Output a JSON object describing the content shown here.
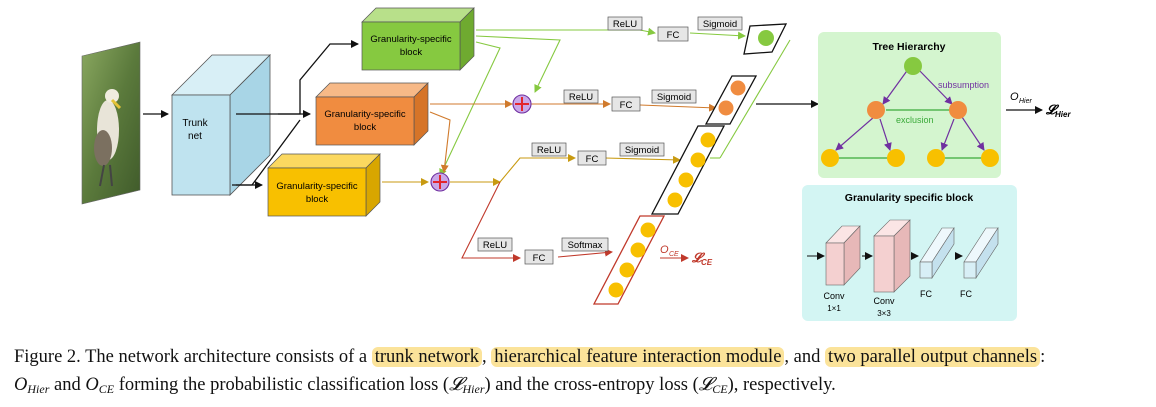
{
  "trunk": {
    "line1": "Trunk",
    "line2": "net"
  },
  "gsb": {
    "line1": "Granularity-specific",
    "line2": "block"
  },
  "ops": {
    "relu": "ReLU",
    "fc": "FC",
    "sigmoid": "Sigmoid",
    "softmax": "Softmax"
  },
  "outputs": {
    "o_hier": "O",
    "o_hier_sub": "Hier",
    "l_hier": "𝓛",
    "l_hier_sub": "Hier",
    "o_ce": "O",
    "o_ce_sub": "CE",
    "l_ce": "𝓛",
    "l_ce_sub": "CE"
  },
  "tree": {
    "title": "Tree Hierarchy",
    "subsumption": "subsumption",
    "exclusion": "exclusion"
  },
  "gsb_panel": {
    "title": "Granularity specific block",
    "conv1_line1": "Conv",
    "conv1_line2": "1×1",
    "conv3_line1": "Conv",
    "conv3_line2": "3×3",
    "fc1": "FC",
    "fc2": "FC"
  },
  "caption": {
    "p1": "Figure 2. The network architecture consists of a ",
    "h1": "trunk network",
    "p2": ", ",
    "h2": "hierarchical feature interaction module",
    "p3": ", and ",
    "h3": "two parallel output channels",
    "p4": ":",
    "o1": "O",
    "o1_sub": "Hier",
    "p5": " and ",
    "o2": "O",
    "o2_sub": "CE",
    "p6": " forming the probabilistic classification loss (",
    "l1": "𝓛",
    "l1_sub": "Hier",
    "p7": ") and the cross-entropy loss (",
    "l2": "𝓛",
    "l2_sub": "CE",
    "p8": "), respectively."
  },
  "colors": {
    "green": "#86c940",
    "orange": "#f08c40",
    "yellow": "#f8c000",
    "trunk": "#bfe3ef",
    "tree_bg": "#d4f5cf",
    "gsb_bg": "#d3f5f3",
    "red": "#c0392b",
    "purple": "#7030a0"
  }
}
